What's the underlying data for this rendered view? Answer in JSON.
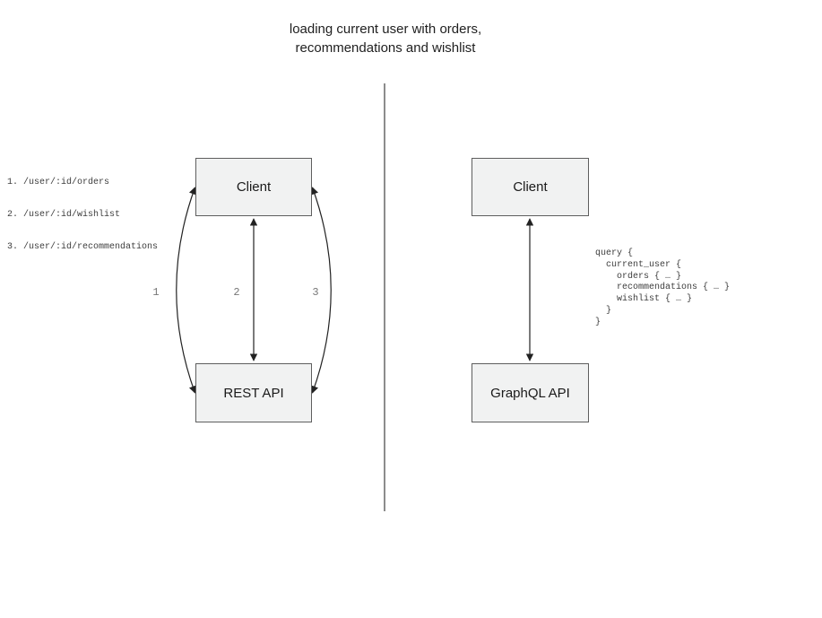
{
  "title": {
    "line1": "loading current user with orders,",
    "line2": "recommendations and wishlist"
  },
  "rest_side": {
    "endpoints": [
      "1. /user/:id/orders",
      "2. /user/:id/wishlist",
      "3. /user/:id/recommendations"
    ],
    "client_label": "Client",
    "api_label": "REST API",
    "request_labels": [
      "1",
      "2",
      "3"
    ]
  },
  "graphql_side": {
    "client_label": "Client",
    "api_label": "GraphQL API",
    "query_code": "query {\n  current_user {\n    orders { … }\n    recommendations { … }\n    wishlist { … }\n  }\n}"
  },
  "colors": {
    "box_fill": "#f1f2f2",
    "box_border": "#5e5e5e",
    "arrow": "#222222",
    "divider": "#666666",
    "label_muted": "#777777",
    "code_text": "#3d3d3d"
  }
}
